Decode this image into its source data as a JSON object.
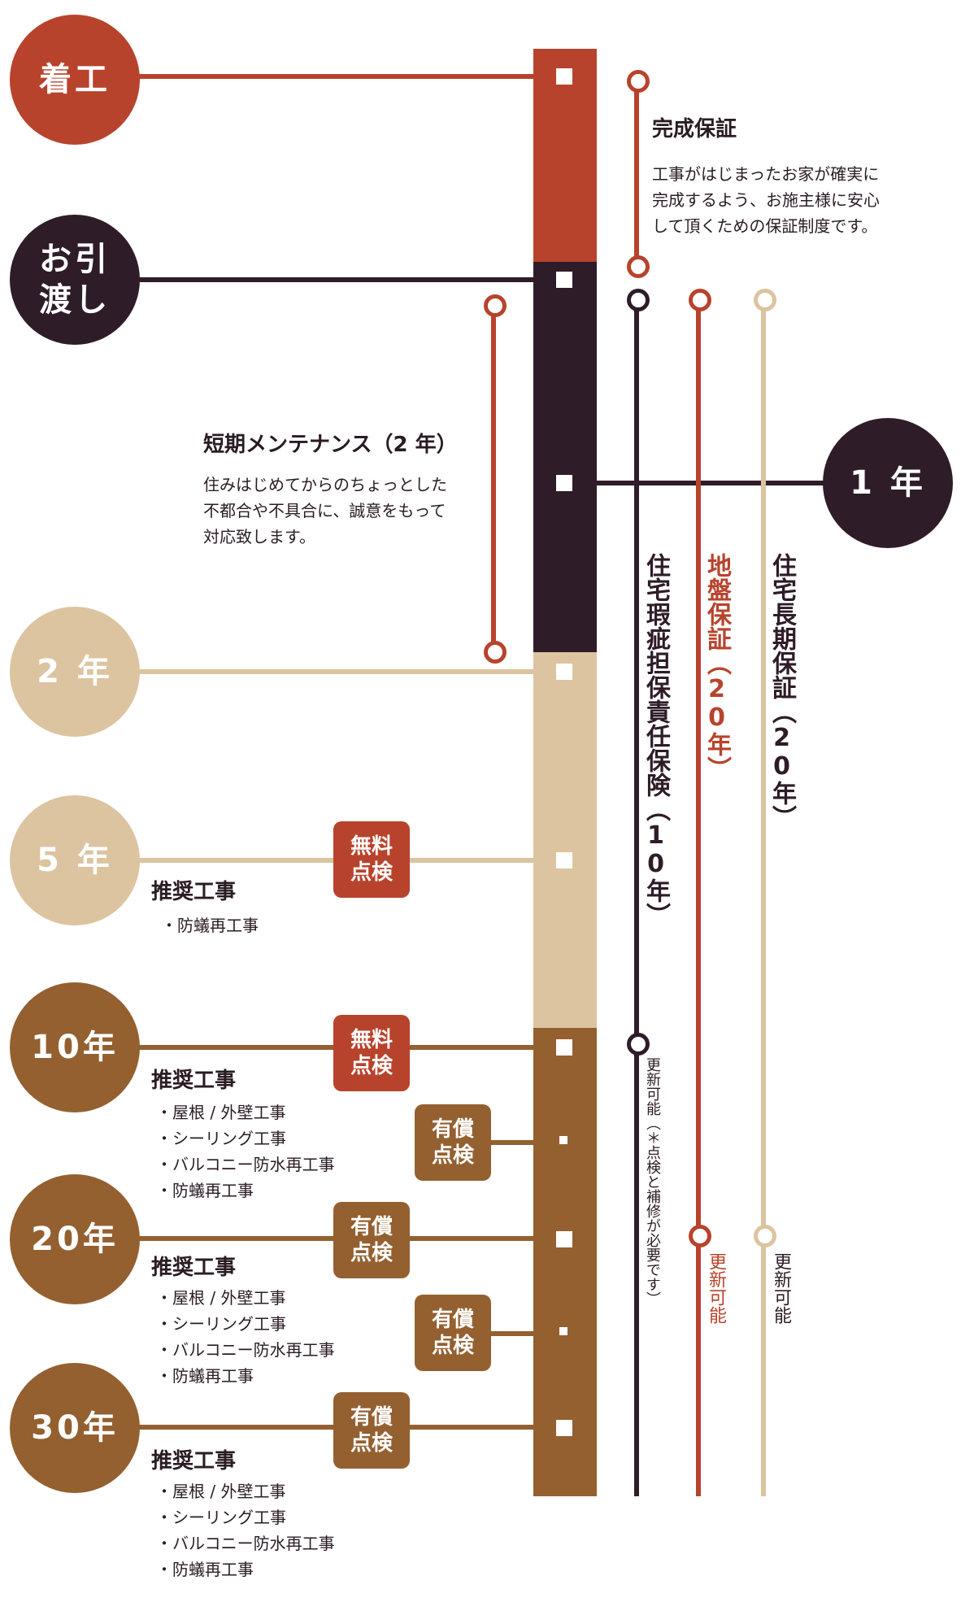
{
  "colors": {
    "red": "#b8432c",
    "dark": "#2e1c28",
    "beige": "#dcc4a0",
    "brown": "#946030",
    "badge_red": "#b8432c",
    "badge_brown": "#946030"
  },
  "milestones": {
    "start": "着工",
    "handover": "お引\n渡し",
    "y1": "1 年",
    "y2": "2 年",
    "y5": "5 年",
    "y10": "10年",
    "y20": "20年",
    "y30": "30年"
  },
  "completion": {
    "title": "完成保証",
    "description": "工事がはじまったお家が確実に\n完成するよう、お施主様に安心\nして頂くための保証制度です。"
  },
  "short_maintenance": {
    "title": "短期メンテナンス（2 年）",
    "description": "住みはじめてからのちょっとした\n不都合や不具合に、誠意をもって\n対応致します。"
  },
  "guarantees": {
    "defect_insurance": "住宅瑕疵担保責任保険（10年）",
    "defect_renewal": "更新可能（＊点検と補修が必要です）",
    "ground": "地盤保証（20年）",
    "ground_renewal": "更新可能",
    "long_term": "住宅長期保証（20年）",
    "long_term_renewal": "更新可能"
  },
  "badges": {
    "free_check": "無料\n点検",
    "paid_check": "有償\n点検"
  },
  "recommended": {
    "title": "推奨工事",
    "y5_items": [
      "・防蟻再工事"
    ],
    "items": [
      "・屋根 / 外壁工事",
      "・シーリング工事",
      "・バルコニー防水再工事",
      "・防蟻再工事"
    ]
  }
}
